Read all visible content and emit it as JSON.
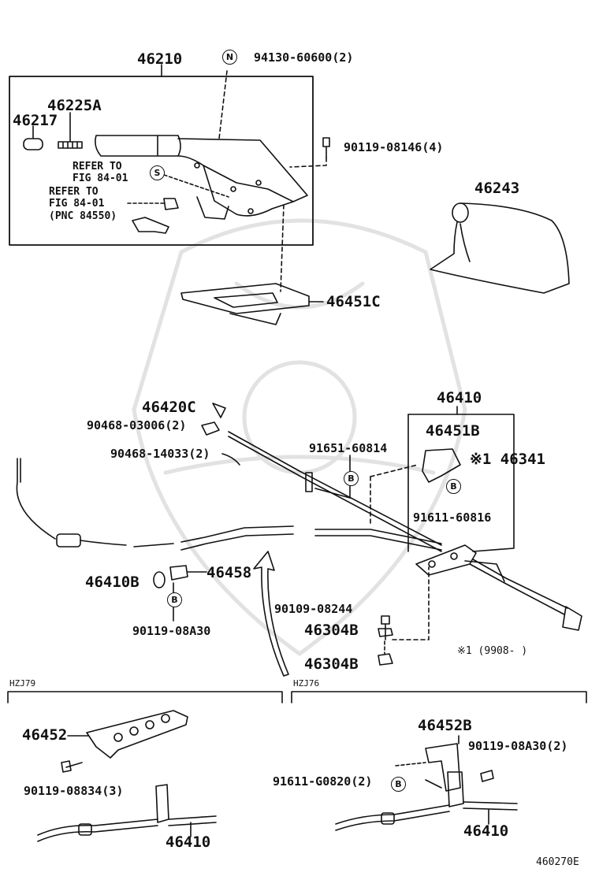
{
  "labels": {
    "p46210": "46210",
    "p94130": "94130-60600(2)",
    "p46225A": "46225A",
    "p46217": "46217",
    "refer1a": "REFER TO",
    "refer1b": "FIG 84-01",
    "refer2a": "REFER TO",
    "refer2b": "FIG 84-01",
    "refer2c": "(PNC 84550)",
    "p90119_08146": "90119-08146(4)",
    "p46243": "46243",
    "p46451C": "46451C",
    "p46420C": "46420C",
    "p90468_03006": "90468-03006(2)",
    "p90468_14033": "90468-14033(2)",
    "p46410_top": "46410",
    "p46451B": "46451B",
    "p46341": "※1 46341",
    "p91651": "91651-60814",
    "p91611_60816": "91611-60816",
    "p46410B": "46410B",
    "p46458": "46458",
    "p90119_08A30": "90119-08A30",
    "p90109": "90109-08244",
    "p46304B_1": "46304B",
    "p46304B_2": "46304B",
    "note1": "※1 (9908-     )",
    "hzj79": "HZJ79",
    "hzj76": "HZJ76",
    "p46452": "46452",
    "p90119_08834": "90119-08834(3)",
    "p46410_l": "46410",
    "p46452B": "46452B",
    "p90119_08A30_2": "90119-08A30(2)",
    "p91611_G0820": "91611-G0820(2)",
    "p46410_r": "46410",
    "diagram_code": "460270E"
  },
  "markers": {
    "n": "N",
    "s": "S",
    "b": "B"
  }
}
